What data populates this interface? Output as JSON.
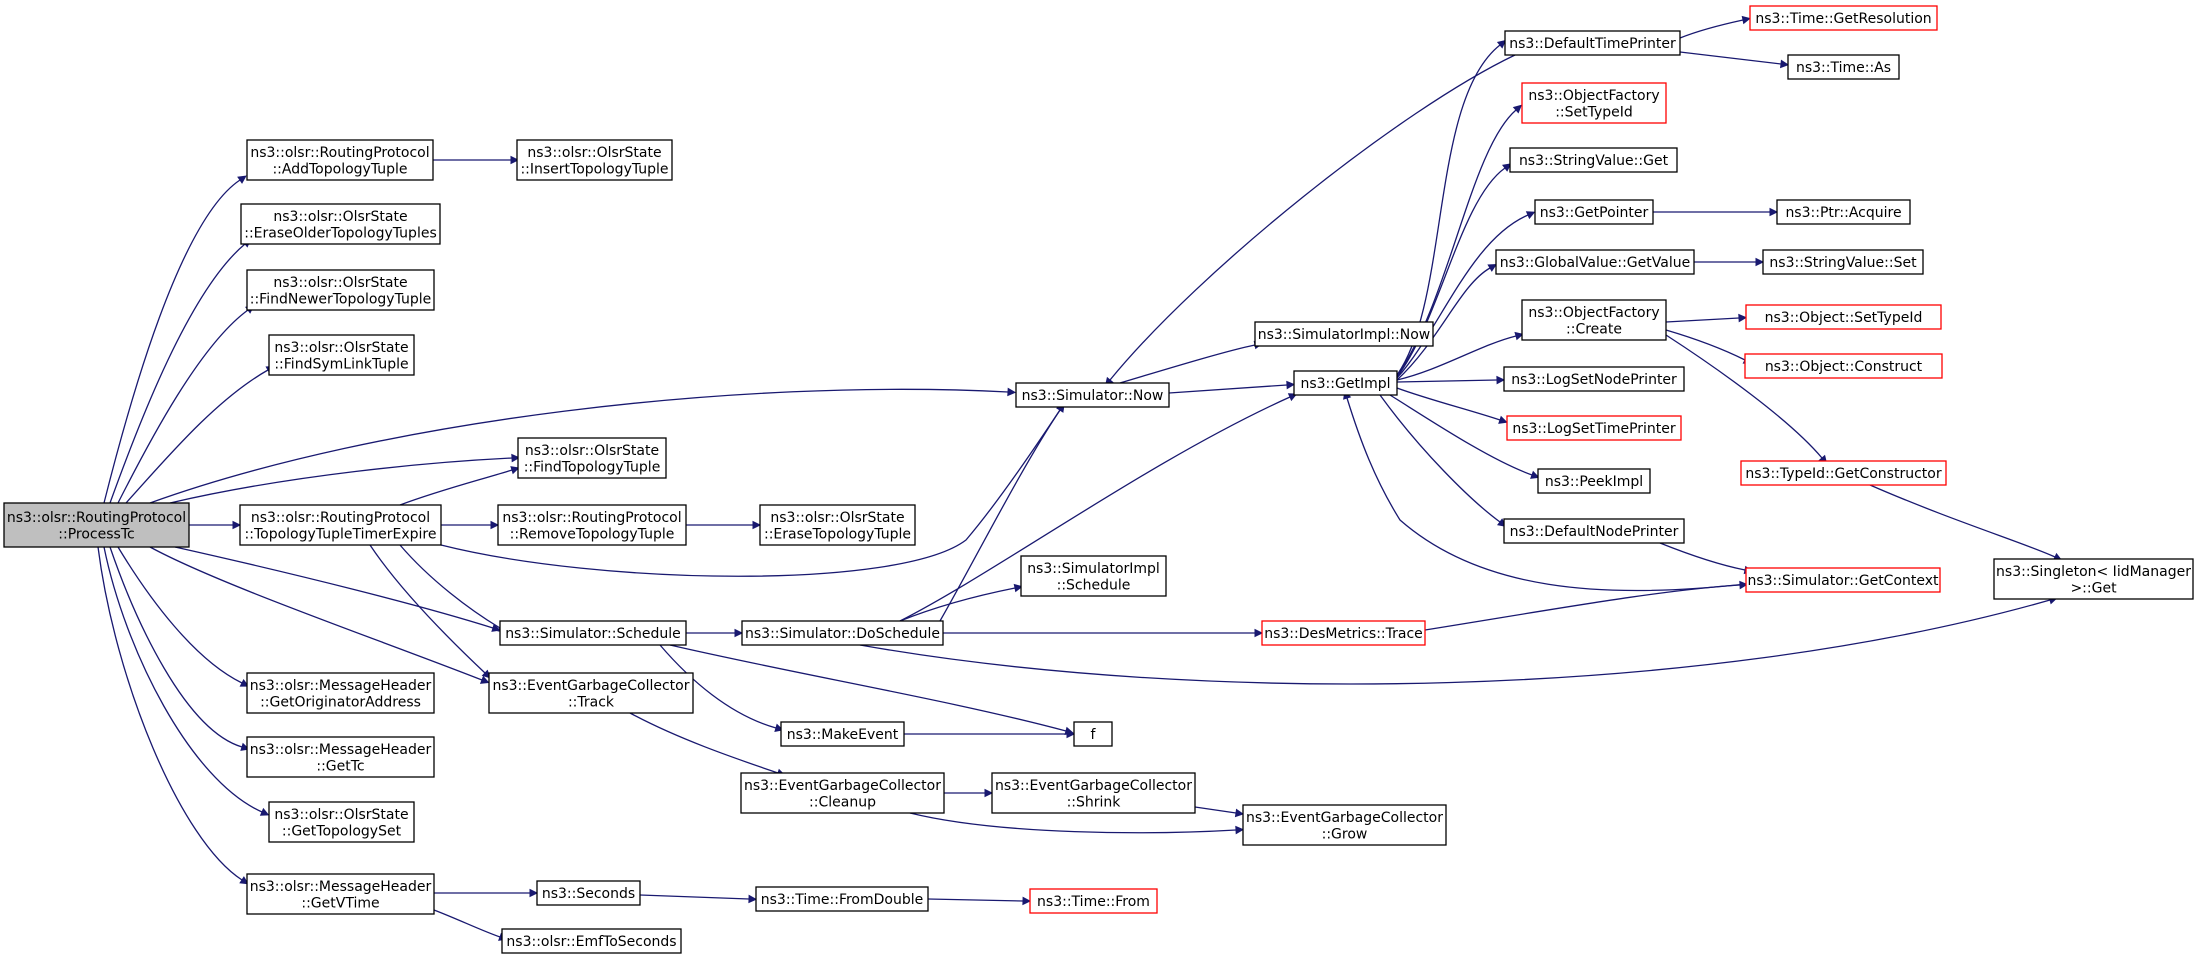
{
  "colors": {
    "edge": "#191970",
    "node_border": "#000000",
    "node_border_external": "#ff0000",
    "node_fill": "#ffffff",
    "root_fill": "#bfbfbf"
  },
  "nodes": [
    {
      "id": "n_processtc",
      "lines": [
        "ns3::olsr::RoutingProtocol",
        "::ProcessTc"
      ],
      "variant": "root"
    },
    {
      "id": "n_addtopology",
      "lines": [
        "ns3::olsr::RoutingProtocol",
        "::AddTopologyTuple"
      ],
      "variant": "normal"
    },
    {
      "id": "n_inserttopology",
      "lines": [
        "ns3::olsr::OlsrState",
        "::InsertTopologyTuple"
      ],
      "variant": "normal"
    },
    {
      "id": "n_eraseolder",
      "lines": [
        "ns3::olsr::OlsrState",
        "::EraseOlderTopologyTuples"
      ],
      "variant": "normal"
    },
    {
      "id": "n_findnewer",
      "lines": [
        "ns3::olsr::OlsrState",
        "::FindNewerTopologyTuple"
      ],
      "variant": "normal"
    },
    {
      "id": "n_findsymlink",
      "lines": [
        "ns3::olsr::OlsrState",
        "::FindSymLinkTuple"
      ],
      "variant": "normal"
    },
    {
      "id": "n_findtopology",
      "lines": [
        "ns3::olsr::OlsrState",
        "::FindTopologyTuple"
      ],
      "variant": "normal"
    },
    {
      "id": "n_timerexpire",
      "lines": [
        "ns3::olsr::RoutingProtocol",
        "::TopologyTupleTimerExpire"
      ],
      "variant": "normal"
    },
    {
      "id": "n_removetopology",
      "lines": [
        "ns3::olsr::RoutingProtocol",
        "::RemoveTopologyTuple"
      ],
      "variant": "normal"
    },
    {
      "id": "n_erasetopology",
      "lines": [
        "ns3::olsr::OlsrState",
        "::EraseTopologyTuple"
      ],
      "variant": "normal"
    },
    {
      "id": "n_schedule",
      "lines": [
        "ns3::Simulator::Schedule"
      ],
      "variant": "normal"
    },
    {
      "id": "n_getorig",
      "lines": [
        "ns3::olsr::MessageHeader",
        "::GetOriginatorAddress"
      ],
      "variant": "normal"
    },
    {
      "id": "n_track",
      "lines": [
        "ns3::EventGarbageCollector",
        "::Track"
      ],
      "variant": "normal"
    },
    {
      "id": "n_gettc",
      "lines": [
        "ns3::olsr::MessageHeader",
        "::GetTc"
      ],
      "variant": "normal"
    },
    {
      "id": "n_gettopologyset",
      "lines": [
        "ns3::olsr::OlsrState",
        "::GetTopologySet"
      ],
      "variant": "normal"
    },
    {
      "id": "n_getvtime",
      "lines": [
        "ns3::olsr::MessageHeader",
        "::GetVTime"
      ],
      "variant": "normal"
    },
    {
      "id": "n_seconds",
      "lines": [
        "ns3::Seconds"
      ],
      "variant": "normal"
    },
    {
      "id": "n_emftoseconds",
      "lines": [
        "ns3::olsr::EmfToSeconds"
      ],
      "variant": "normal"
    },
    {
      "id": "n_fromdouble",
      "lines": [
        "ns3::Time::FromDouble"
      ],
      "variant": "normal"
    },
    {
      "id": "n_timefrom",
      "lines": [
        "ns3::Time::From"
      ],
      "variant": "external"
    },
    {
      "id": "n_now",
      "lines": [
        "ns3::Simulator::Now"
      ],
      "variant": "normal"
    },
    {
      "id": "n_implnow",
      "lines": [
        "ns3::SimulatorImpl::Now"
      ],
      "variant": "normal"
    },
    {
      "id": "n_getimpl",
      "lines": [
        "ns3::GetImpl"
      ],
      "variant": "normal"
    },
    {
      "id": "n_doschedule",
      "lines": [
        "ns3::Simulator::DoSchedule"
      ],
      "variant": "normal"
    },
    {
      "id": "n_implschedule",
      "lines": [
        "ns3::SimulatorImpl",
        "::Schedule"
      ],
      "variant": "normal"
    },
    {
      "id": "n_trace",
      "lines": [
        "ns3::DesMetrics::Trace"
      ],
      "variant": "external"
    },
    {
      "id": "n_makeevent",
      "lines": [
        "ns3::MakeEvent"
      ],
      "variant": "normal"
    },
    {
      "id": "n_f",
      "lines": [
        "f"
      ],
      "variant": "normal"
    },
    {
      "id": "n_cleanup",
      "lines": [
        "ns3::EventGarbageCollector",
        "::Cleanup"
      ],
      "variant": "normal"
    },
    {
      "id": "n_shrink",
      "lines": [
        "ns3::EventGarbageCollector",
        "::Shrink"
      ],
      "variant": "normal"
    },
    {
      "id": "n_grow",
      "lines": [
        "ns3::EventGarbageCollector",
        "::Grow"
      ],
      "variant": "normal"
    },
    {
      "id": "n_defaulttimeprinter",
      "lines": [
        "ns3::DefaultTimePrinter"
      ],
      "variant": "normal"
    },
    {
      "id": "n_getresolution",
      "lines": [
        "ns3::Time::GetResolution"
      ],
      "variant": "external"
    },
    {
      "id": "n_timeas",
      "lines": [
        "ns3::Time::As"
      ],
      "variant": "normal"
    },
    {
      "id": "n_settypeid",
      "lines": [
        "ns3::ObjectFactory",
        "::SetTypeId"
      ],
      "variant": "external"
    },
    {
      "id": "n_stringget",
      "lines": [
        "ns3::StringValue::Get"
      ],
      "variant": "normal"
    },
    {
      "id": "n_getpointer",
      "lines": [
        "ns3::GetPointer"
      ],
      "variant": "normal"
    },
    {
      "id": "n_ptracquire",
      "lines": [
        "ns3::Ptr::Acquire"
      ],
      "variant": "normal"
    },
    {
      "id": "n_globalgetvalue",
      "lines": [
        "ns3::GlobalValue::GetValue"
      ],
      "variant": "normal"
    },
    {
      "id": "n_stringset",
      "lines": [
        "ns3::StringValue::Set"
      ],
      "variant": "normal"
    },
    {
      "id": "n_factorycreate",
      "lines": [
        "ns3::ObjectFactory",
        "::Create"
      ],
      "variant": "normal"
    },
    {
      "id": "n_objsettypeid",
      "lines": [
        "ns3::Object::SetTypeId"
      ],
      "variant": "external"
    },
    {
      "id": "n_objconstruct",
      "lines": [
        "ns3::Object::Construct"
      ],
      "variant": "external"
    },
    {
      "id": "n_lognodeprinter",
      "lines": [
        "ns3::LogSetNodePrinter"
      ],
      "variant": "normal"
    },
    {
      "id": "n_logtimeprinter",
      "lines": [
        "ns3::LogSetTimePrinter"
      ],
      "variant": "external"
    },
    {
      "id": "n_peekimpl",
      "lines": [
        "ns3::PeekImpl"
      ],
      "variant": "normal"
    },
    {
      "id": "n_getconstructor",
      "lines": [
        "ns3::TypeId::GetConstructor"
      ],
      "variant": "external"
    },
    {
      "id": "n_defaultnodeprinter",
      "lines": [
        "ns3::DefaultNodePrinter"
      ],
      "variant": "normal"
    },
    {
      "id": "n_getcontext",
      "lines": [
        "ns3::Simulator::GetContext"
      ],
      "variant": "external"
    },
    {
      "id": "n_singletonget",
      "lines": [
        "ns3::Singleton< IidManager",
        " >::Get"
      ],
      "variant": "normal"
    }
  ],
  "edges": [
    {
      "from": "n_processtc",
      "to": "n_addtopology"
    },
    {
      "from": "n_processtc",
      "to": "n_eraseolder"
    },
    {
      "from": "n_processtc",
      "to": "n_findnewer"
    },
    {
      "from": "n_processtc",
      "to": "n_findsymlink"
    },
    {
      "from": "n_processtc",
      "to": "n_findtopology"
    },
    {
      "from": "n_processtc",
      "to": "n_timerexpire"
    },
    {
      "from": "n_processtc",
      "to": "n_now"
    },
    {
      "from": "n_processtc",
      "to": "n_schedule"
    },
    {
      "from": "n_processtc",
      "to": "n_track"
    },
    {
      "from": "n_processtc",
      "to": "n_getorig"
    },
    {
      "from": "n_processtc",
      "to": "n_gettc"
    },
    {
      "from": "n_processtc",
      "to": "n_gettopologyset"
    },
    {
      "from": "n_processtc",
      "to": "n_getvtime"
    },
    {
      "from": "n_addtopology",
      "to": "n_inserttopology"
    },
    {
      "from": "n_timerexpire",
      "to": "n_findtopology"
    },
    {
      "from": "n_timerexpire",
      "to": "n_removetopology"
    },
    {
      "from": "n_timerexpire",
      "to": "n_now"
    },
    {
      "from": "n_timerexpire",
      "to": "n_schedule"
    },
    {
      "from": "n_timerexpire",
      "to": "n_track"
    },
    {
      "from": "n_removetopology",
      "to": "n_erasetopology"
    },
    {
      "from": "n_schedule",
      "to": "n_doschedule"
    },
    {
      "from": "n_schedule",
      "to": "n_makeevent"
    },
    {
      "from": "n_schedule",
      "to": "n_f"
    },
    {
      "from": "n_track",
      "to": "n_cleanup"
    },
    {
      "from": "n_getvtime",
      "to": "n_seconds"
    },
    {
      "from": "n_getvtime",
      "to": "n_emftoseconds"
    },
    {
      "from": "n_seconds",
      "to": "n_fromdouble"
    },
    {
      "from": "n_fromdouble",
      "to": "n_timefrom"
    },
    {
      "from": "n_makeevent",
      "to": "n_f"
    },
    {
      "from": "n_cleanup",
      "to": "n_shrink"
    },
    {
      "from": "n_cleanup",
      "to": "n_grow"
    },
    {
      "from": "n_shrink",
      "to": "n_grow"
    },
    {
      "from": "n_doschedule",
      "to": "n_now"
    },
    {
      "from": "n_doschedule",
      "to": "n_getimpl"
    },
    {
      "from": "n_doschedule",
      "to": "n_implschedule"
    },
    {
      "from": "n_doschedule",
      "to": "n_trace"
    },
    {
      "from": "n_doschedule",
      "to": "n_singletonget"
    },
    {
      "from": "n_now",
      "to": "n_implnow"
    },
    {
      "from": "n_now",
      "to": "n_getimpl"
    },
    {
      "from": "n_trace",
      "to": "n_getcontext"
    },
    {
      "from": "n_getimpl",
      "to": "n_defaulttimeprinter"
    },
    {
      "from": "n_getimpl",
      "to": "n_settypeid"
    },
    {
      "from": "n_getimpl",
      "to": "n_stringget"
    },
    {
      "from": "n_getimpl",
      "to": "n_getpointer"
    },
    {
      "from": "n_getimpl",
      "to": "n_globalgetvalue"
    },
    {
      "from": "n_getimpl",
      "to": "n_factorycreate"
    },
    {
      "from": "n_getimpl",
      "to": "n_lognodeprinter"
    },
    {
      "from": "n_getimpl",
      "to": "n_logtimeprinter"
    },
    {
      "from": "n_getimpl",
      "to": "n_peekimpl"
    },
    {
      "from": "n_getimpl",
      "to": "n_defaultnodeprinter"
    },
    {
      "from": "n_defaulttimeprinter",
      "to": "n_now"
    },
    {
      "from": "n_defaulttimeprinter",
      "to": "n_getresolution"
    },
    {
      "from": "n_defaulttimeprinter",
      "to": "n_timeas"
    },
    {
      "from": "n_getpointer",
      "to": "n_ptracquire"
    },
    {
      "from": "n_globalgetvalue",
      "to": "n_stringset"
    },
    {
      "from": "n_factorycreate",
      "to": "n_objsettypeid"
    },
    {
      "from": "n_factorycreate",
      "to": "n_objconstruct"
    },
    {
      "from": "n_factorycreate",
      "to": "n_getconstructor"
    },
    {
      "from": "n_getconstructor",
      "to": "n_singletonget"
    },
    {
      "from": "n_defaultnodeprinter",
      "to": "n_getcontext"
    },
    {
      "from": "n_getcontext",
      "to": "n_getimpl"
    }
  ]
}
